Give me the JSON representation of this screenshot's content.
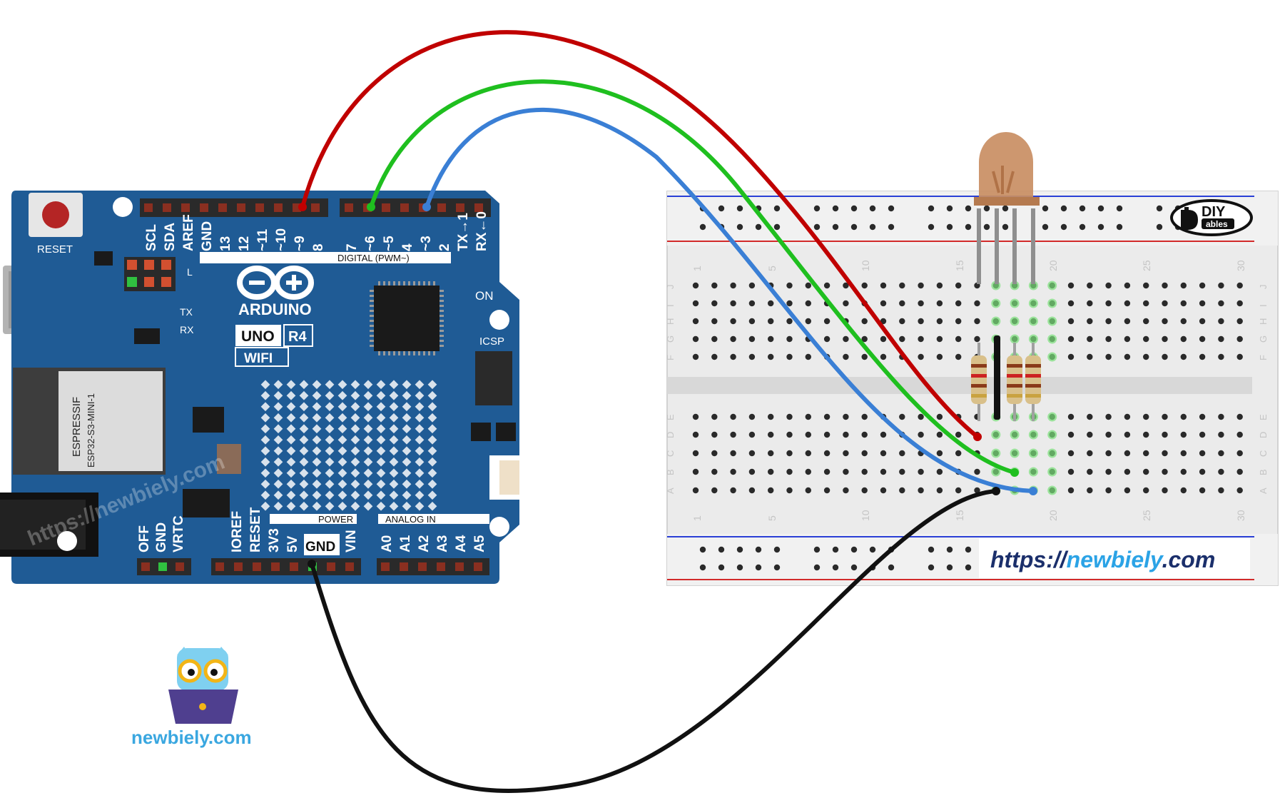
{
  "board": {
    "brand": "ARDUINO",
    "model_uno": "UNO",
    "model_r4": "R4",
    "model_wifi": "WIFI",
    "reset_label": "RESET",
    "digital_label": "DIGITAL (PWM~)",
    "power_label": "POWER",
    "analog_label": "ANALOG IN",
    "icsp_label": "ICSP",
    "on_label": "ON",
    "l_label": "L",
    "tx_label": "TX",
    "rx_label": "RX",
    "module_line1": "ESPRESSIF",
    "module_line2": "ESP32-S3-MINI-1",
    "top_header_left": [
      "SCL",
      "SDA",
      "AREF",
      "GND",
      "13",
      "12",
      "~11",
      "~10",
      "~9",
      "8"
    ],
    "top_header_right": [
      "7",
      "~6",
      "~5",
      "4",
      "~3",
      "2",
      "TX→1",
      "RX←0"
    ],
    "bottom_left": [
      "OFF",
      "GND",
      "VRTC"
    ],
    "power_pins": [
      "IOREF",
      "RESET",
      "3V3",
      "5V",
      "GND",
      "GND",
      "VIN"
    ],
    "analog_pins": [
      "A0",
      "A1",
      "A2",
      "A3",
      "A4",
      "A5"
    ]
  },
  "breadboard": {
    "row_letters_top": [
      "J",
      "I",
      "H",
      "G",
      "F"
    ],
    "row_letters_bottom": [
      "E",
      "D",
      "C",
      "B",
      "A"
    ],
    "column_numbers": [
      "1",
      "5",
      "10",
      "15",
      "20",
      "25",
      "30"
    ]
  },
  "logos": {
    "diy_top": "DIY",
    "diy_bottom": "ables",
    "site_prefix": "https://",
    "site_name": "newbiely",
    "site_suffix": ".com",
    "owl_caption": "newbiely.com",
    "watermark": "https://newbiely.com"
  },
  "colors": {
    "board_blue": "#1f5b95",
    "wire_red": "#c00000",
    "wire_green": "#1fbf1f",
    "wire_blue": "#3a7fd5",
    "wire_black": "#111111",
    "led_body": "#c98e63",
    "site_blue": "#1b2f6b",
    "site_accent": "#2ba3e6"
  }
}
